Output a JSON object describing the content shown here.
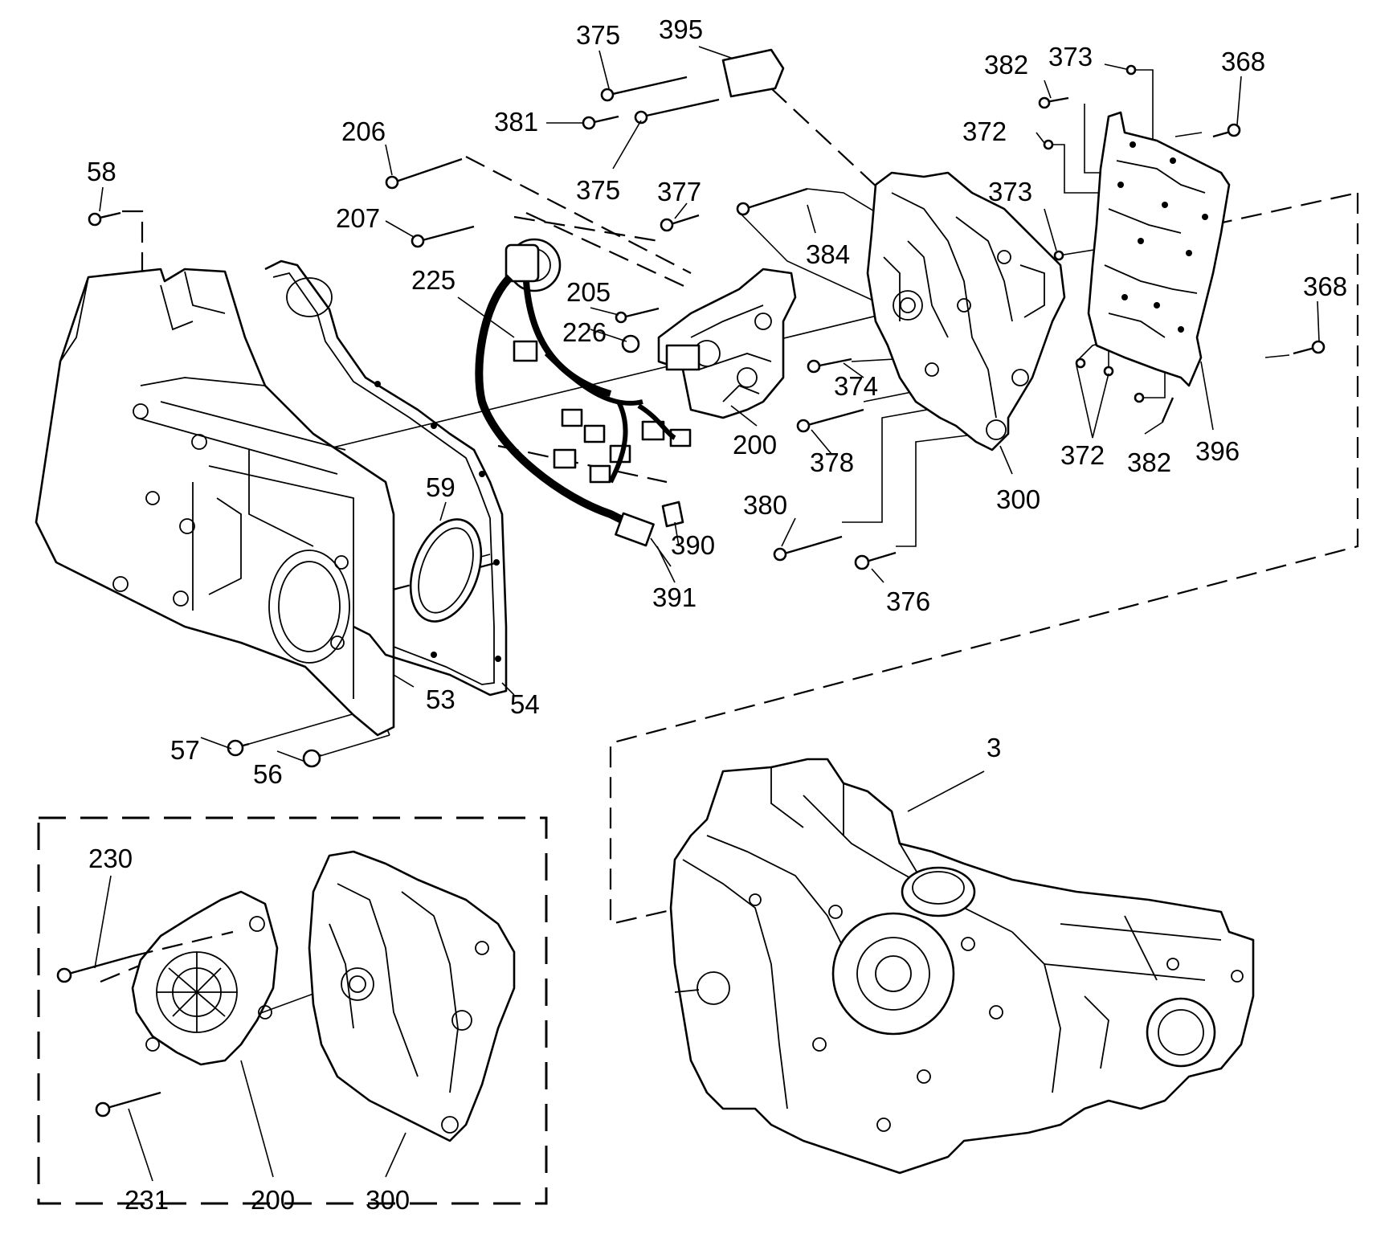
{
  "diagram": {
    "callouts": [
      {
        "id": "375a",
        "text": "375"
      },
      {
        "id": "395",
        "text": "395"
      },
      {
        "id": "381",
        "text": "381"
      },
      {
        "id": "375b",
        "text": "375"
      },
      {
        "id": "206",
        "text": "206"
      },
      {
        "id": "58",
        "text": "58"
      },
      {
        "id": "207",
        "text": "207"
      },
      {
        "id": "377",
        "text": "377"
      },
      {
        "id": "384",
        "text": "384"
      },
      {
        "id": "225",
        "text": "225"
      },
      {
        "id": "205",
        "text": "205"
      },
      {
        "id": "226",
        "text": "226"
      },
      {
        "id": "200a",
        "text": "200"
      },
      {
        "id": "374",
        "text": "374"
      },
      {
        "id": "378",
        "text": "378"
      },
      {
        "id": "59",
        "text": "59"
      },
      {
        "id": "380",
        "text": "380"
      },
      {
        "id": "390",
        "text": "390"
      },
      {
        "id": "391",
        "text": "391"
      },
      {
        "id": "376",
        "text": "376"
      },
      {
        "id": "300a",
        "text": "300"
      },
      {
        "id": "382a",
        "text": "382"
      },
      {
        "id": "373a",
        "text": "373"
      },
      {
        "id": "368a",
        "text": "368"
      },
      {
        "id": "372a",
        "text": "372"
      },
      {
        "id": "373b",
        "text": "373"
      },
      {
        "id": "368b",
        "text": "368"
      },
      {
        "id": "372b",
        "text": "372"
      },
      {
        "id": "382b",
        "text": "382"
      },
      {
        "id": "396",
        "text": "396"
      },
      {
        "id": "53",
        "text": "53"
      },
      {
        "id": "54",
        "text": "54"
      },
      {
        "id": "57",
        "text": "57"
      },
      {
        "id": "56",
        "text": "56"
      },
      {
        "id": "3",
        "text": "3"
      },
      {
        "id": "230",
        "text": "230"
      },
      {
        "id": "231",
        "text": "231"
      },
      {
        "id": "200b",
        "text": "200"
      },
      {
        "id": "300b",
        "text": "300"
      }
    ]
  }
}
